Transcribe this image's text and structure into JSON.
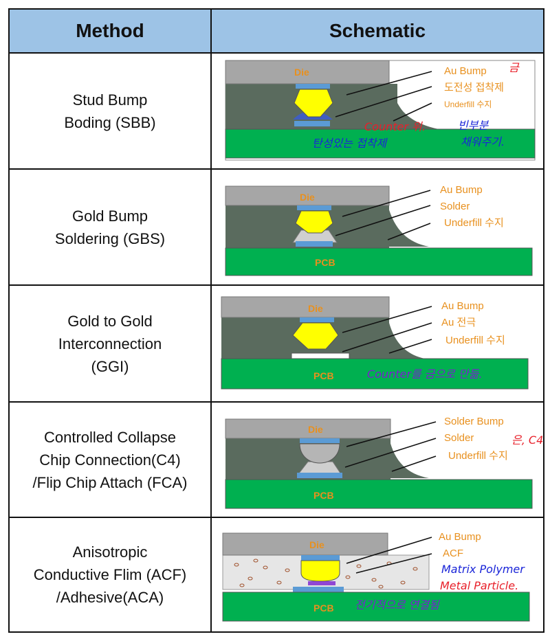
{
  "header": {
    "method": "Method",
    "schematic": "Schematic"
  },
  "rows": [
    {
      "method": "Stud Bump\nBoding (SBB)",
      "die": "Die",
      "labels": [
        "Au Bump",
        "도전성 접착제",
        "Underfill 수지"
      ],
      "notes": {
        "gold": "금",
        "counter": "Counter 위.",
        "fill": "빈부분",
        "fill2": "채워주기.",
        "adhesive": "탄성있는 접착제"
      }
    },
    {
      "method": "Gold Bump\nSoldering (GBS)",
      "die": "Die",
      "pcb": "PCB",
      "labels": [
        "Au Bump",
        "Solder",
        "Underfill 수지"
      ]
    },
    {
      "method": "Gold to Gold\nInterconnection\n(GGI)",
      "die": "Die",
      "pcb": "PCB",
      "labels": [
        "Au Bump",
        "Au 전극",
        "Underfill 수지"
      ],
      "notes": {
        "counter": "Counter를 금으로 만듦."
      }
    },
    {
      "method": "Controlled Collapse\nChip Connection(C4)\n/Flip Chip Attach (FCA)",
      "die": "Die",
      "pcb": "PCB",
      "labels": [
        "Solder Bump",
        "Solder",
        "Underfill 수지"
      ],
      "notes": {
        "c4": "은, C4"
      }
    },
    {
      "method": "Anisotropic\nConductive Flim (ACF)\n/Adhesive(ACA)",
      "die": "Die",
      "pcb": "PCB",
      "labels": [
        "Au Bump",
        "ACF"
      ],
      "notes": {
        "matrix": "Matrix Polymer",
        "metal": "Metal Particle.",
        "connected": "전기적으로 연결됨"
      }
    }
  ],
  "colors": {
    "header_bg": "#9dc3e6",
    "die": "#a6a6a6",
    "underfill": "#5a6b5e",
    "pcb": "#00b050",
    "bump": "#ffff00",
    "pad": "#5b9bd5",
    "label": "#e8901e"
  }
}
